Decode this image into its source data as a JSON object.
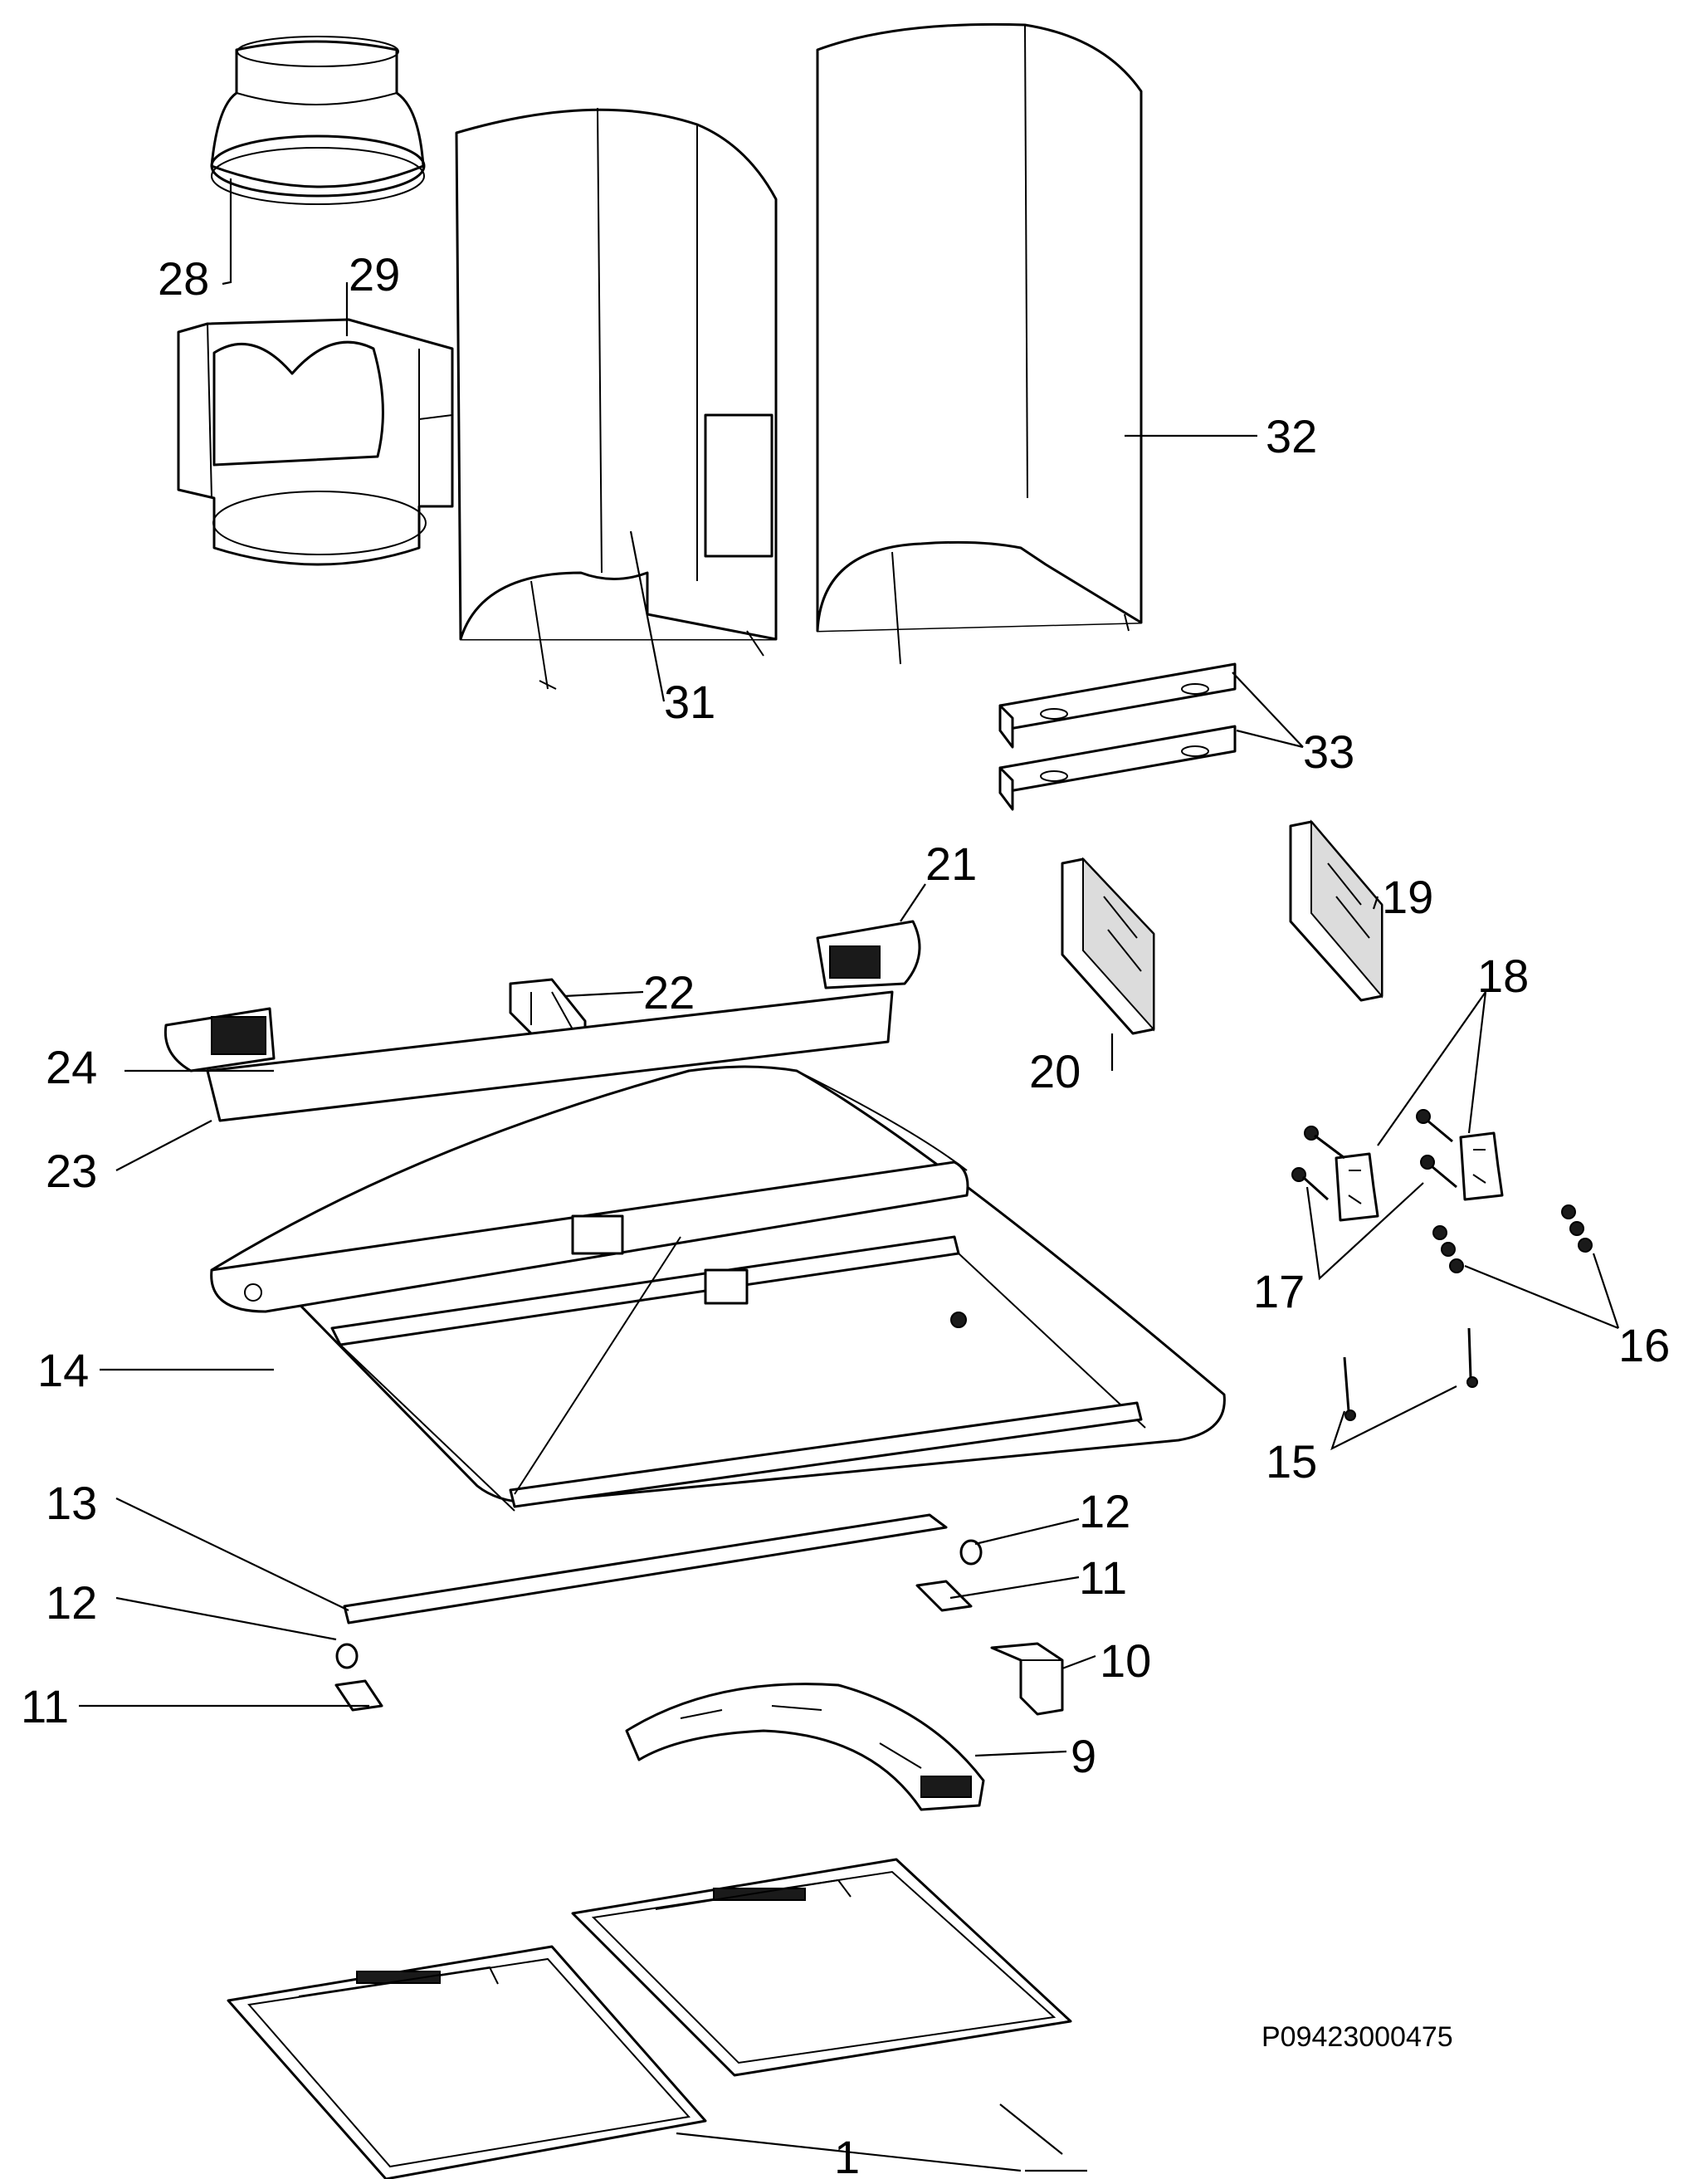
{
  "drawing_code": "P09423000475",
  "callouts": {
    "c1": "1",
    "c9": "9",
    "c10": "10",
    "c11a": "11",
    "c11b": "11",
    "c12a": "12",
    "c12b": "12",
    "c13": "13",
    "c14": "14",
    "c15": "15",
    "c16": "16",
    "c17": "17",
    "c18": "18",
    "c19": "19",
    "c20": "20",
    "c21": "21",
    "c22": "22",
    "c23": "23",
    "c24": "24",
    "c28": "28",
    "c29": "29",
    "c31": "31",
    "c32": "32",
    "c33": "33"
  },
  "colors": {
    "line": "#000000",
    "background": "#ffffff"
  }
}
